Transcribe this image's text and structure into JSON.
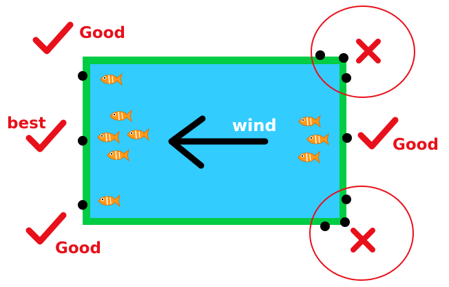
{
  "labels": {
    "good_top_left": "Good",
    "best_left": "best",
    "good_right": "Good",
    "good_bottom_left": "Good",
    "wind": "wind"
  },
  "icons": {
    "check": "check-icon",
    "cross": "cross-icon",
    "fish": "fish-icon",
    "arrow": "left-arrow-icon"
  },
  "colors": {
    "pond_water": "#33ccff",
    "pond_border": "#00cc44",
    "mark_red": "#e8101a",
    "fish_orange": "#ff9a1a",
    "dot": "#000000"
  }
}
